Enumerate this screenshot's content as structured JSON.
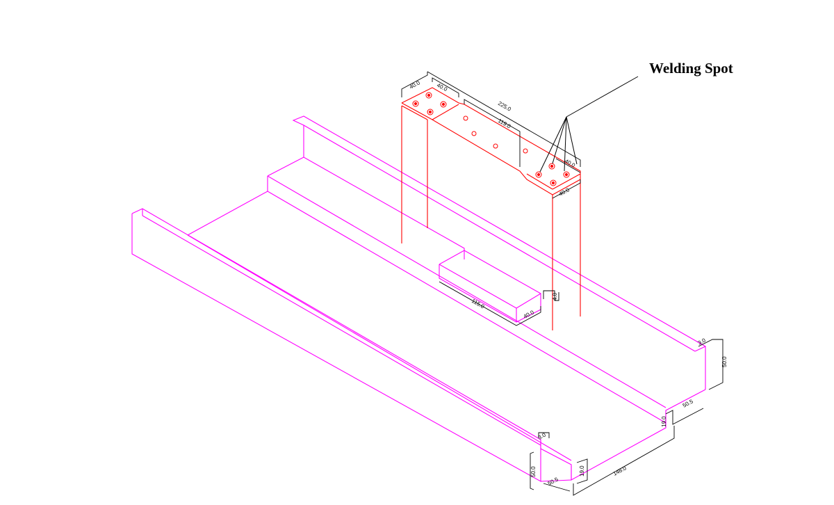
{
  "annotation": {
    "label": "Welding Spot"
  },
  "colors": {
    "profile": "#ff00ff",
    "bracket": "#ff0000",
    "dimension": "#000000",
    "background": "#ffffff"
  },
  "dimensions": {
    "d_40a": "40.0",
    "d_40b": "40.0",
    "d_225": "225.0",
    "d_119": "119.0",
    "d_40c": "40.0",
    "d_40d": "40.0",
    "d_115": "115.0",
    "d_40e": "40.0",
    "d_4": "4.0",
    "d_3a": "3.0",
    "d_50a": "50.0",
    "d_50_5a": "50.5",
    "d_19a": "19.0",
    "d_3b": "3.0",
    "d_50b": "50.0",
    "d_50_5b": "50.5",
    "d_19b": "19.0",
    "d_148": "148.0"
  }
}
